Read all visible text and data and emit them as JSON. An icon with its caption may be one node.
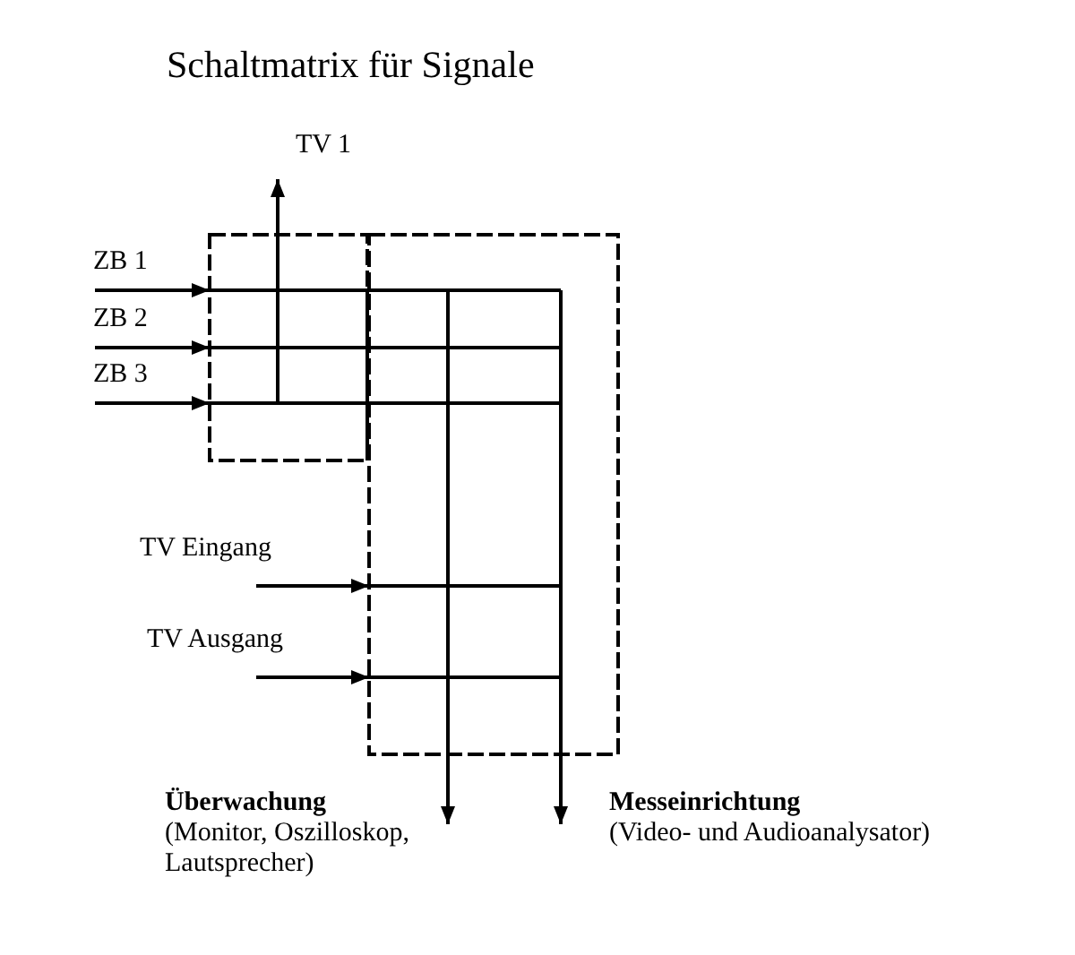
{
  "diagram": {
    "title": "Schaltmatrix für Signale",
    "nodes": [
      {
        "text": [
          "TV 1"
        ]
      },
      {
        "text": [
          "ZB 1"
        ]
      },
      {
        "text": [
          "ZB 2"
        ]
      },
      {
        "text": [
          "ZB 3"
        ]
      },
      {
        "text": [],
        "shape": "box"
      },
      {
        "text": [],
        "shape": "box"
      },
      {
        "text": [
          "TV Eingang"
        ]
      },
      {
        "text": [
          "TV Ausgang"
        ]
      },
      {
        "text": [
          "Überwachung",
          "(Monitor, Oszilloskop, Lautsprecher)"
        ]
      },
      {
        "text": [
          "Messeinrichtung",
          "(Video- und Audioanalysator)"
        ]
      }
    ],
    "edges": [
      {
        "from": 1,
        "to": 4,
        "arrow": "to"
      },
      {
        "from": 2,
        "to": 4,
        "arrow": "to"
      },
      {
        "from": 3,
        "to": 4,
        "arrow": "to"
      },
      {
        "from": 4,
        "to": 0,
        "arrow": "to"
      },
      {
        "from": 6,
        "to": 5,
        "arrow": "to"
      },
      {
        "from": 7,
        "to": 5,
        "arrow": "to"
      },
      {
        "from": 5,
        "to": 8,
        "arrow": "to"
      },
      {
        "from": 5,
        "to": 9,
        "arrow": "to"
      }
    ]
  }
}
